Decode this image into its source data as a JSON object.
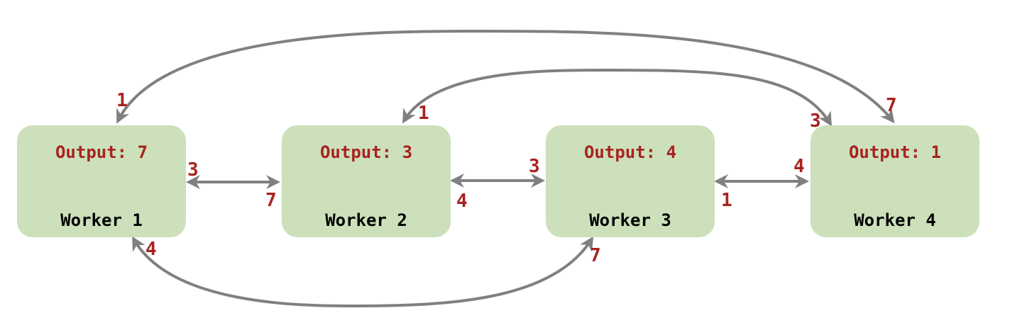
{
  "workers": [
    {
      "name": "Worker 1",
      "output": "Output: 7"
    },
    {
      "name": "Worker 2",
      "output": "Output: 3"
    },
    {
      "name": "Worker 3",
      "output": "Output: 4"
    },
    {
      "name": "Worker 4",
      "output": "Output: 1"
    }
  ],
  "edges": [
    {
      "from": "Worker 1",
      "to": "Worker 2",
      "from_label": "3",
      "to_label": "7"
    },
    {
      "from": "Worker 2",
      "to": "Worker 3",
      "from_label": "4",
      "to_label": "3"
    },
    {
      "from": "Worker 3",
      "to": "Worker 4",
      "from_label": "1",
      "to_label": "4"
    },
    {
      "from": "Worker 1",
      "to": "Worker 4",
      "from_label": "1",
      "to_label": "7"
    },
    {
      "from": "Worker 2",
      "to": "Worker 4",
      "from_label": "1",
      "to_label": "3"
    },
    {
      "from": "Worker 1",
      "to": "Worker 3",
      "from_label": "4",
      "to_label": "7"
    }
  ],
  "colors": {
    "node_fill": "#cce0bb",
    "output_text": "#a82320",
    "edge_label": "#a82320",
    "edge_stroke": "#808080",
    "name_text": "#000000"
  }
}
